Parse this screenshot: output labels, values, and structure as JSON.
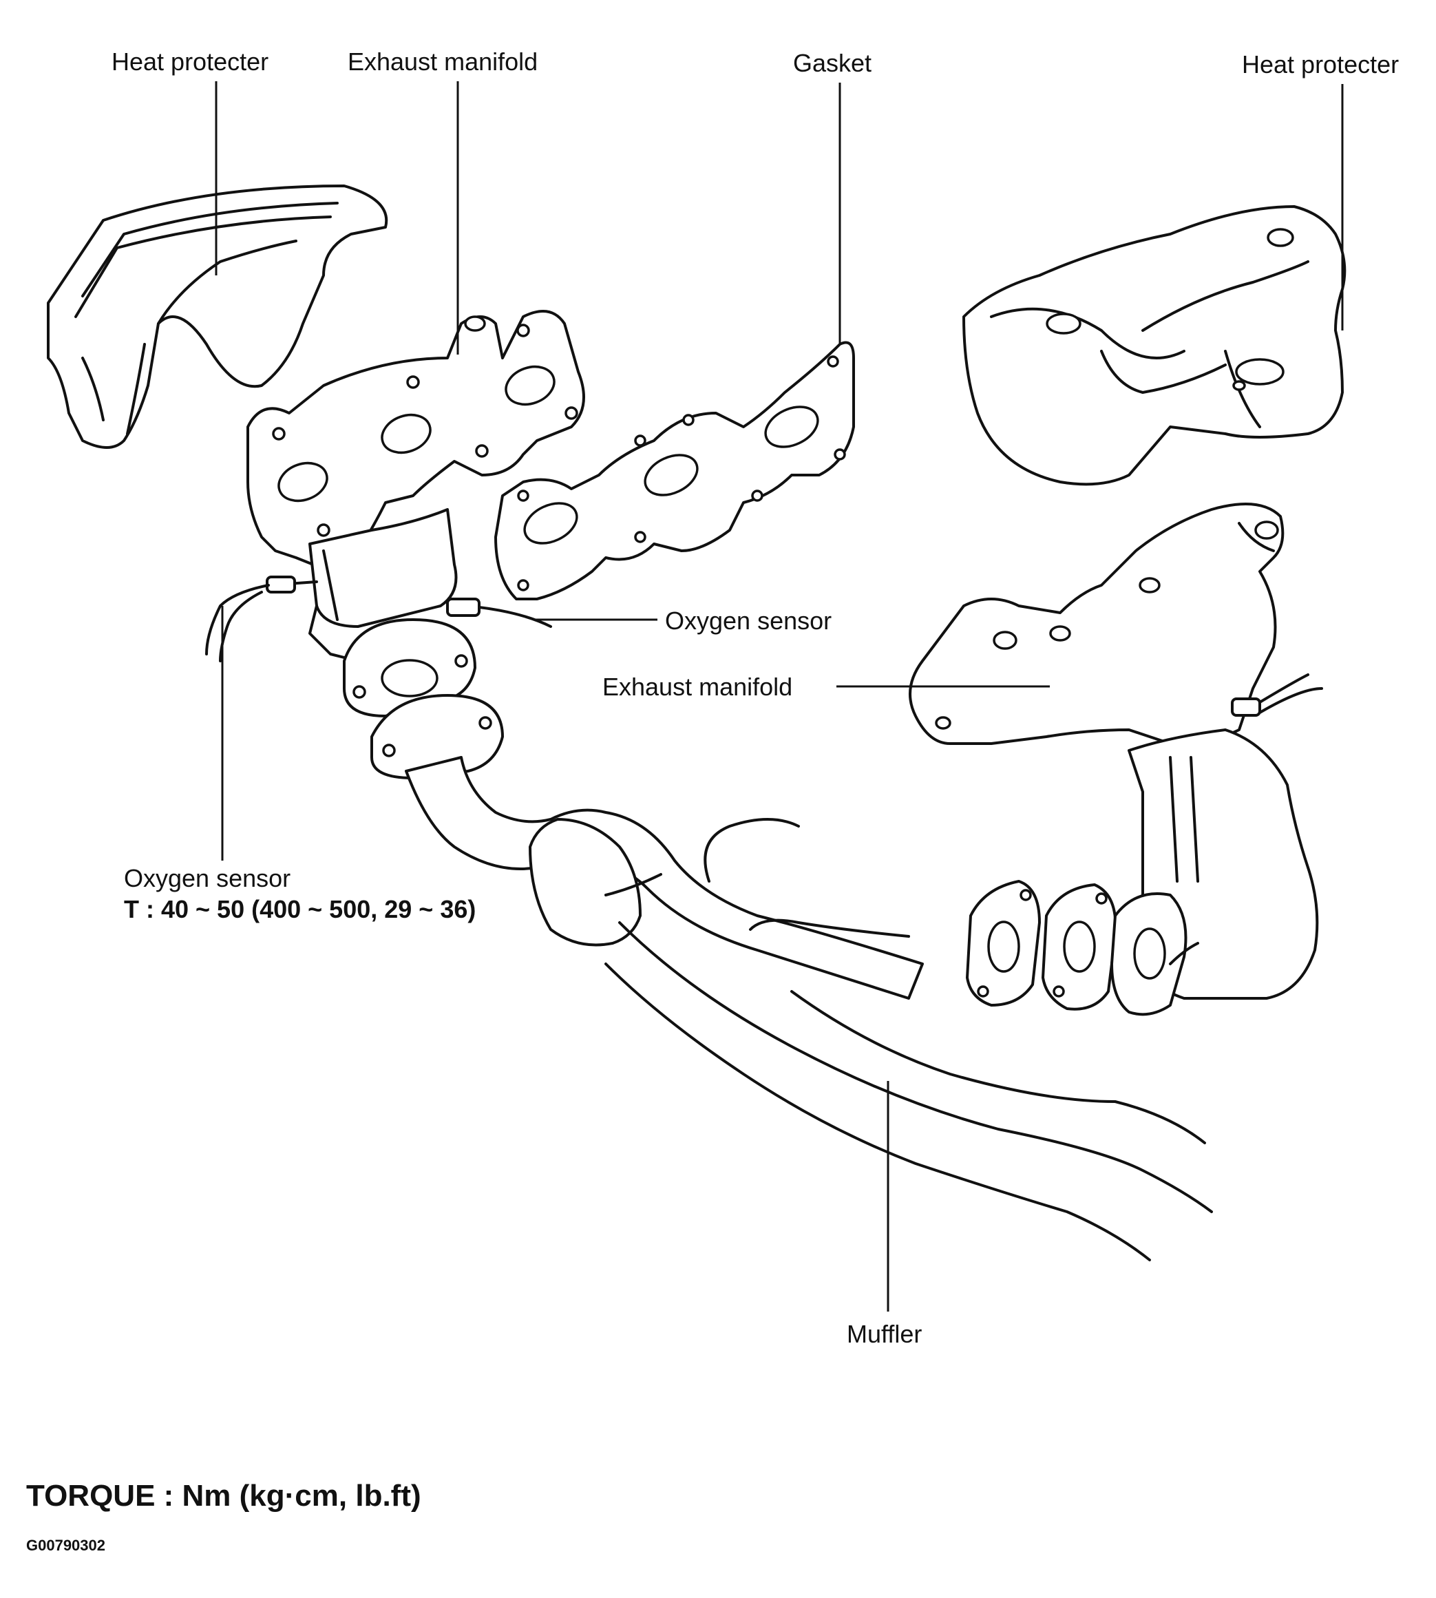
{
  "labels": {
    "heat_protector_left": "Heat protecter",
    "exhaust_manifold_top": "Exhaust manifold",
    "gasket": "Gasket",
    "heat_protector_right": "Heat protecter",
    "oxygen_sensor_right": "Oxygen sensor",
    "exhaust_manifold_right": "Exhaust manifold",
    "oxygen_sensor_left": "Oxygen sensor",
    "oxygen_sensor_torque": "T : 40 ~ 50 (400 ~ 500, 29 ~ 36)",
    "muffler": "Muffler"
  },
  "footer": {
    "torque_units": "TORQUE : Nm (kg·cm, lb.ft)",
    "figure_code": "G00790302"
  }
}
